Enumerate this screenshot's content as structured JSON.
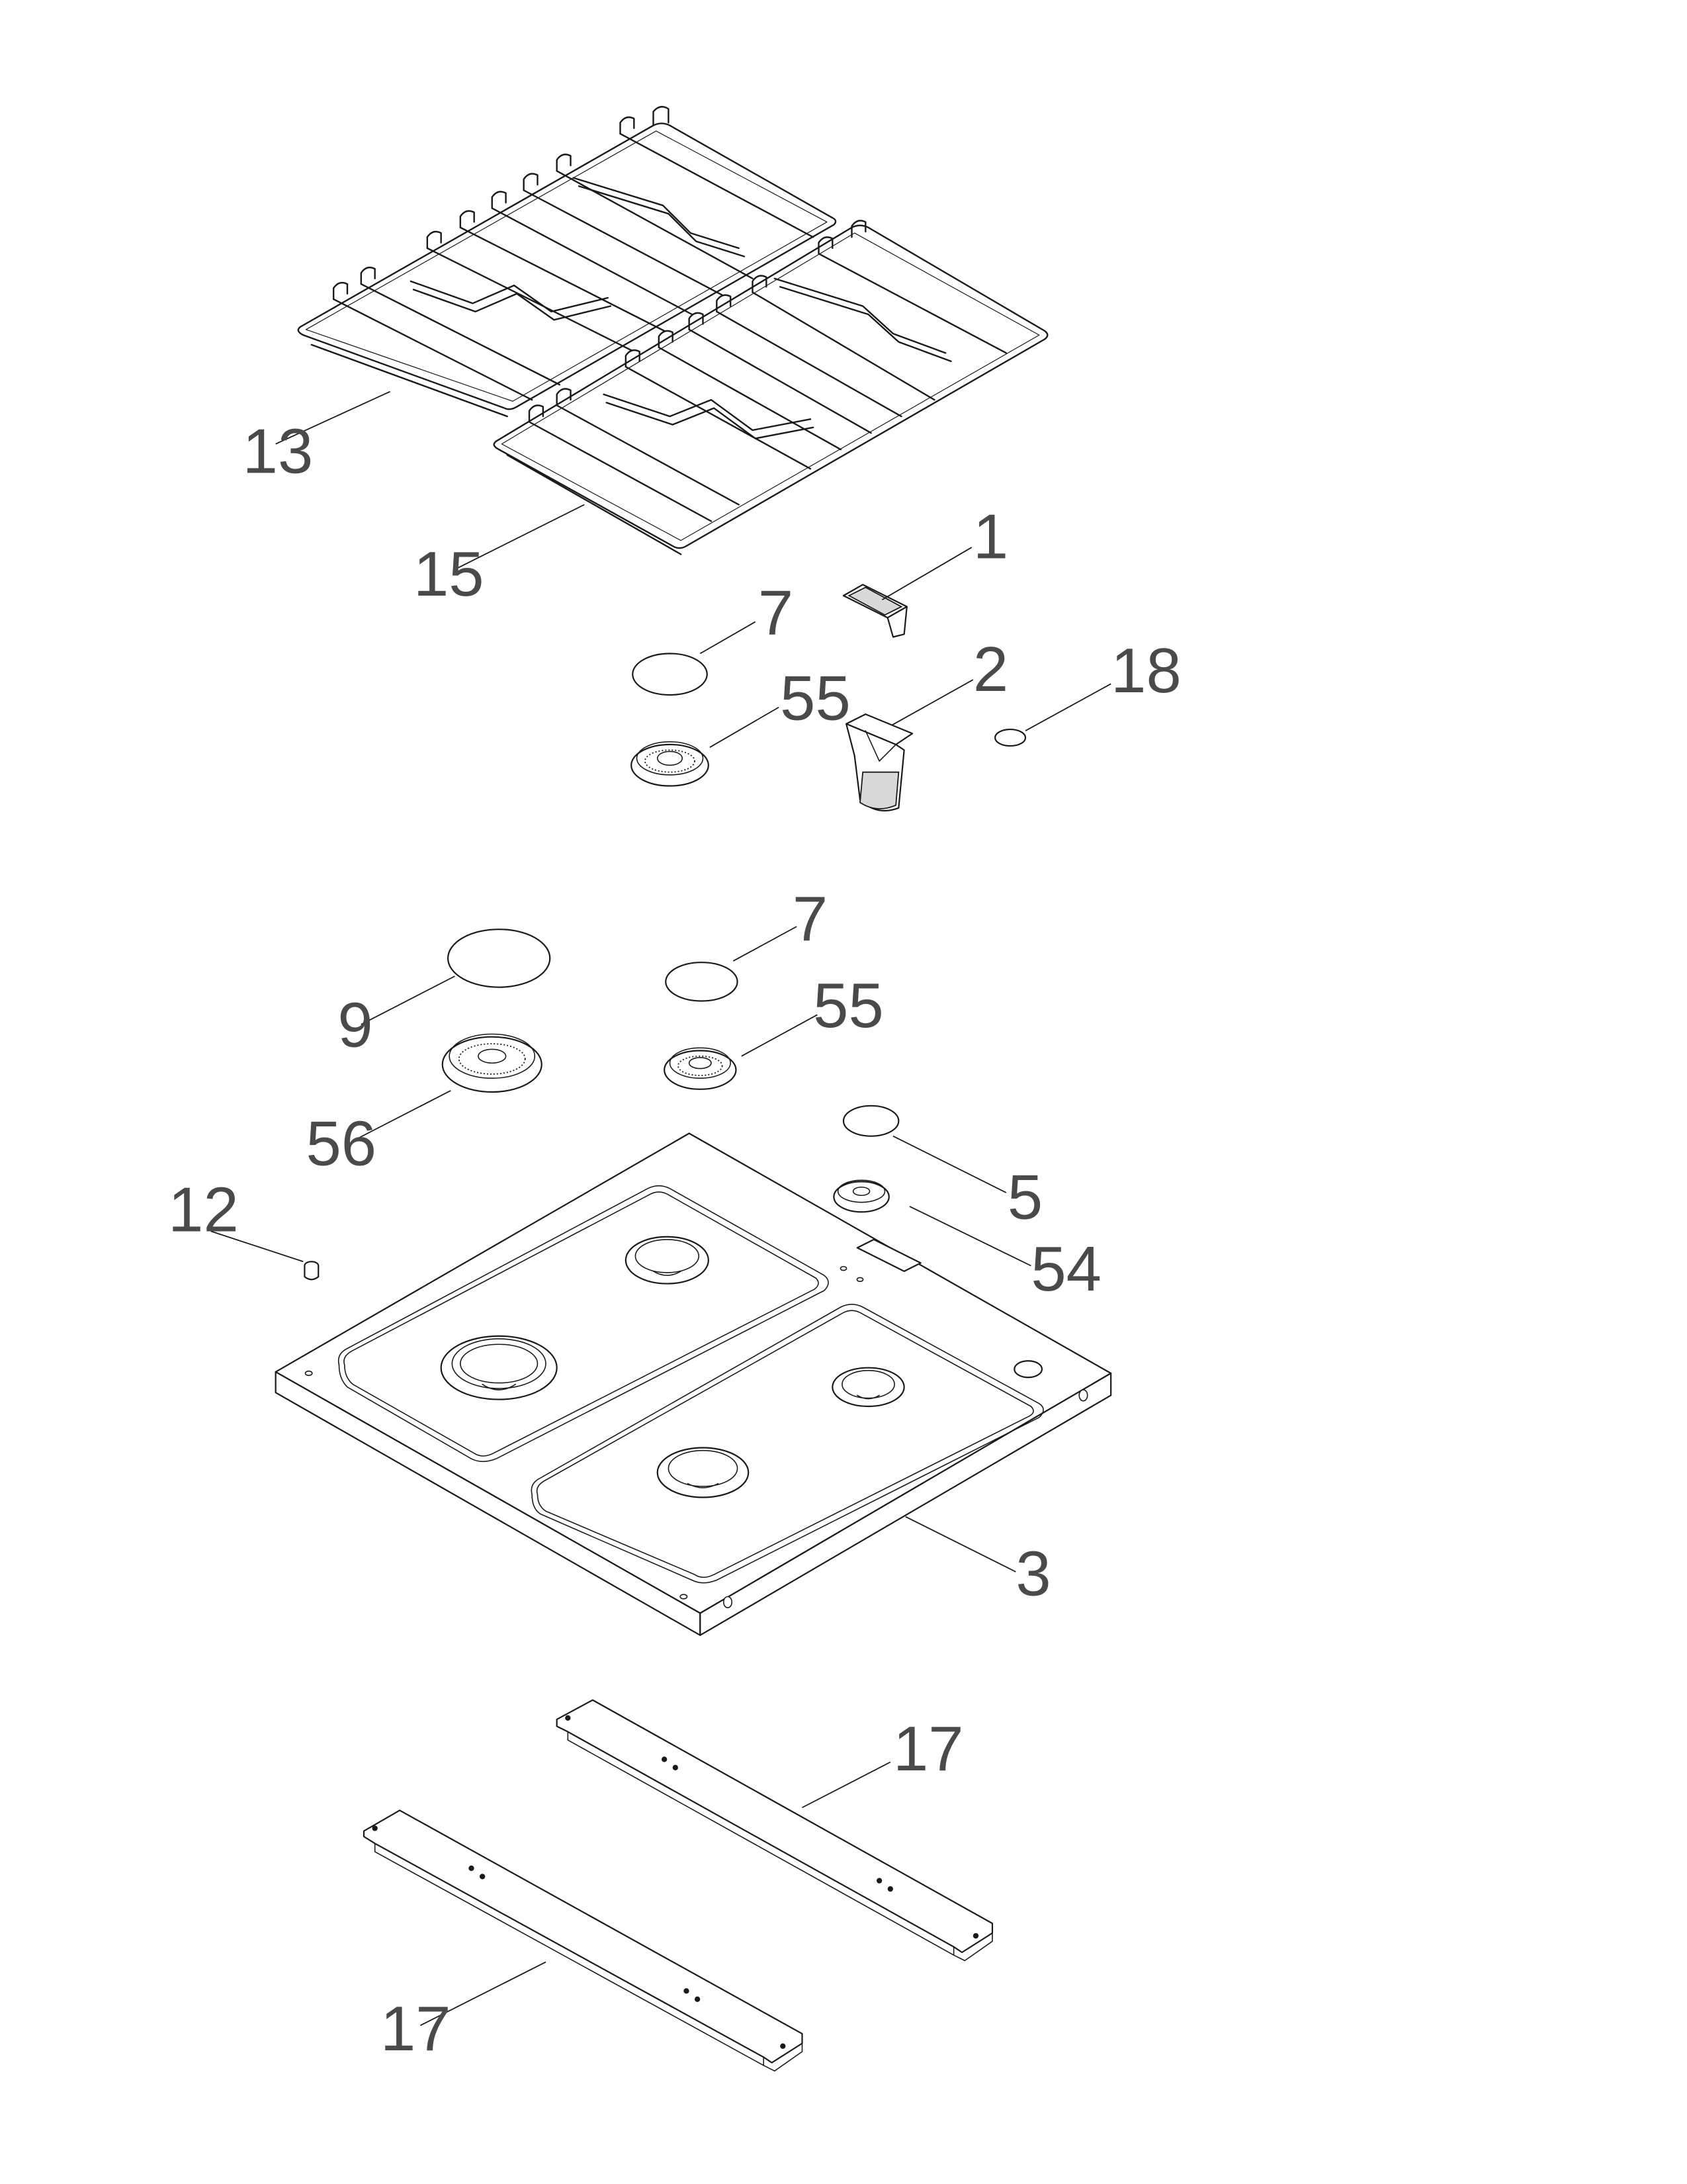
{
  "callouts": {
    "c1": "1",
    "c2": "2",
    "c3": "3",
    "c5": "5",
    "c7a": "7",
    "c7b": "7",
    "c9": "9",
    "c12": "12",
    "c13": "13",
    "c15": "15",
    "c17a": "17",
    "c17b": "17",
    "c18": "18",
    "c54": "54",
    "c55a": "55",
    "c55b": "55",
    "c56": "56"
  },
  "colors": {
    "line": "#1a1a1a",
    "callout_text": "#4a4a4a",
    "shading": "#d9d9d9",
    "background": "#ffffff"
  }
}
